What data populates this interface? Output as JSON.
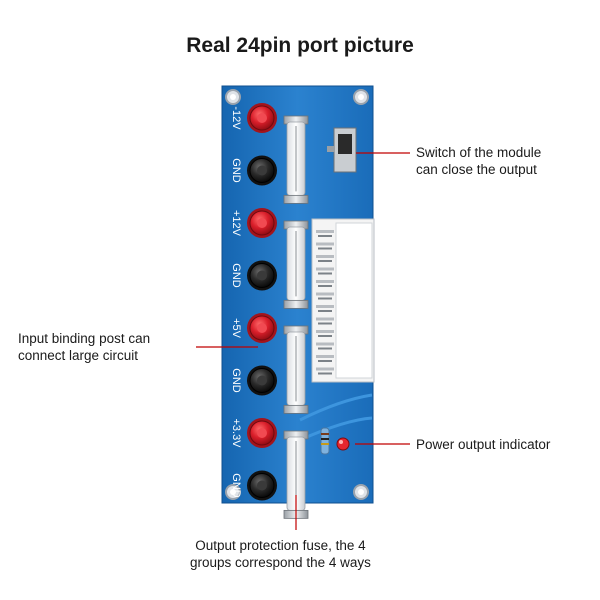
{
  "title": "Real 24pin port picture",
  "board": {
    "rails": [
      {
        "label": "-12V",
        "gnd_label": "GND"
      },
      {
        "label": "+12V",
        "gnd_label": "GND"
      },
      {
        "label": "+5V",
        "gnd_label": "GND"
      },
      {
        "label": "+3.3V",
        "gnd_label": "GND"
      }
    ]
  },
  "callouts": {
    "switch": {
      "line1": "Switch of the module",
      "line2": "can close the output"
    },
    "binding_post": {
      "line1": "Input binding post can",
      "line2": "connect large circuit"
    },
    "indicator": {
      "line1": "Power output indicator"
    },
    "fuse": {
      "line1": "Output protection fuse, the 4",
      "line2": "groups correspond the 4 ways"
    }
  },
  "colors": {
    "pcb": "#1d6fb8",
    "post_red": "#d91e2a",
    "post_black": "#1b1b1b",
    "callout_line": "#c00000"
  }
}
